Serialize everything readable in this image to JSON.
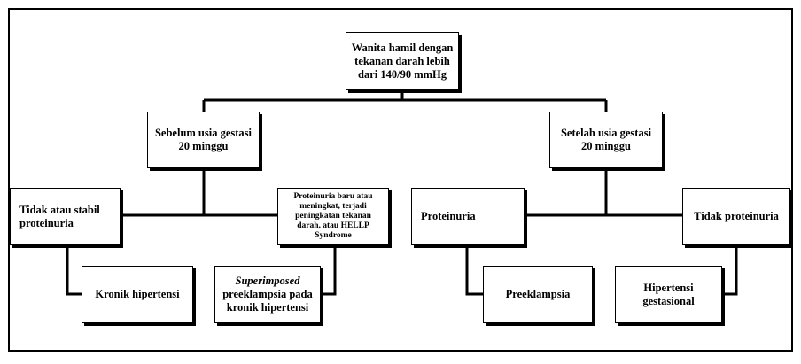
{
  "nodes": {
    "root": [
      "Wanita hamil dengan",
      "tekanan darah lebih",
      "dari 140/90 mmHg"
    ],
    "before": [
      "Sebelum usia gestasi",
      "20 minggu"
    ],
    "after": [
      "Setelah usia gestasi",
      "20 minggu"
    ],
    "no_stable_proteinuria": [
      "Tidak atau stabil",
      "proteinuria"
    ],
    "new_proteinuria": [
      "Proteinuria baru atau",
      "meningkat, terjadi",
      "peningkatan tekanan",
      "darah, atau HELLP",
      "Syndrome"
    ],
    "proteinuria": [
      "Proteinuria"
    ],
    "no_proteinuria": [
      "Tidak proteinuria"
    ],
    "chronic": [
      "Kronik hipertensi"
    ],
    "superimposed": [
      "Superimposed",
      "preeklampsia pada",
      "kronik hipertensi"
    ],
    "preeclampsia": [
      "Preeklampsia"
    ],
    "gestational": [
      "Hipertensi",
      "gestasional"
    ]
  }
}
